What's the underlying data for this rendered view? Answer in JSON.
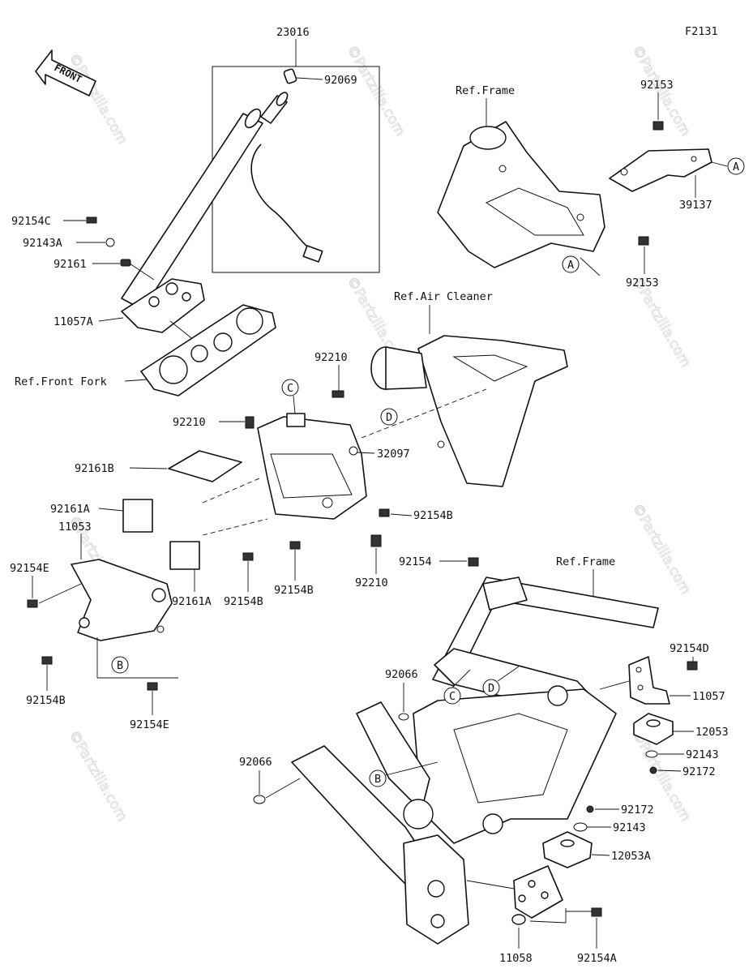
{
  "figure_code": "F2131",
  "front_label": "FRONT",
  "watermarks": [
    "©Partzilla.com",
    "©Partzilla.com",
    "©Partzilla.com",
    "©Partzilla.com",
    "©Partzilla.com",
    "©Partzilla.com",
    "©Partzilla.com",
    "©Partzilla.com",
    "©Partzilla.com"
  ],
  "refs": {
    "frame_top": "Ref.Frame",
    "air_cleaner": "Ref.Air Cleaner",
    "front_fork": "Ref.Front Fork",
    "frame_main": "Ref.Frame"
  },
  "callouts": {
    "a1": "A",
    "a2": "A",
    "b1": "B",
    "b2": "B",
    "c1": "C",
    "c2": "C",
    "d1": "D",
    "d2": "D"
  },
  "parts": {
    "p23016": "23016",
    "p92069": "92069",
    "p92154C": "92154C",
    "p92143A": "92143A",
    "p92161": "92161",
    "p11057A": "11057A",
    "p92153_top": "92153",
    "p39137": "39137",
    "p92153_bot": "92153",
    "p92210_a": "92210",
    "p92210_b": "92210",
    "p92161B": "92161B",
    "p32097": "32097",
    "p92161A_1": "92161A",
    "p11053": "11053",
    "p92154B_1": "92154B",
    "p92154E_1": "92154E",
    "p92161A_2": "92161A",
    "p92154B_2": "92154B",
    "p92154B_3": "92154B",
    "p92210_c": "92210",
    "p92154": "92154",
    "p92154B_4": "92154B",
    "p92154E_2": "92154E",
    "p92154D": "92154D",
    "p11057": "11057",
    "p12053": "12053",
    "p92143_1": "92143",
    "p92172_1": "92172",
    "p92066_1": "92066",
    "p92066_2": "92066",
    "p92172_2": "92172",
    "p92143_2": "92143",
    "p12053A": "12053A",
    "p11058": "11058",
    "p92154A": "92154A"
  }
}
